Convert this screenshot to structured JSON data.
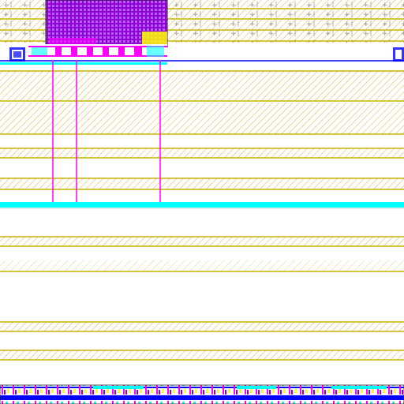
{
  "colors": {
    "background": "#ffffff",
    "hatch_yellow": "#d4c060",
    "rail_yellow": "#c8b400",
    "metal_magenta": "#ff00ff",
    "poly_purple": "#9400d3",
    "diffusion_cyan": "#00ffff",
    "metal_blue": "#0000ff",
    "via_yellow": "#ffff00",
    "dark_outline": "#222222"
  },
  "layers": {
    "standard_cell_rows": {
      "color": "hatch_yellow",
      "pattern": "diagonal-hatch",
      "has_plus_markers": true
    },
    "routing_block": {
      "color": "poly_purple",
      "pattern": "dense-grid"
    },
    "vertical_wires": {
      "color": "metal_magenta",
      "count": 3
    },
    "horizontal_bus": {
      "color": "diffusion_cyan"
    },
    "bottom_macro_row": {
      "colors": [
        "metal_blue",
        "metal_magenta",
        "diffusion_cyan",
        "via_yellow"
      ]
    }
  }
}
